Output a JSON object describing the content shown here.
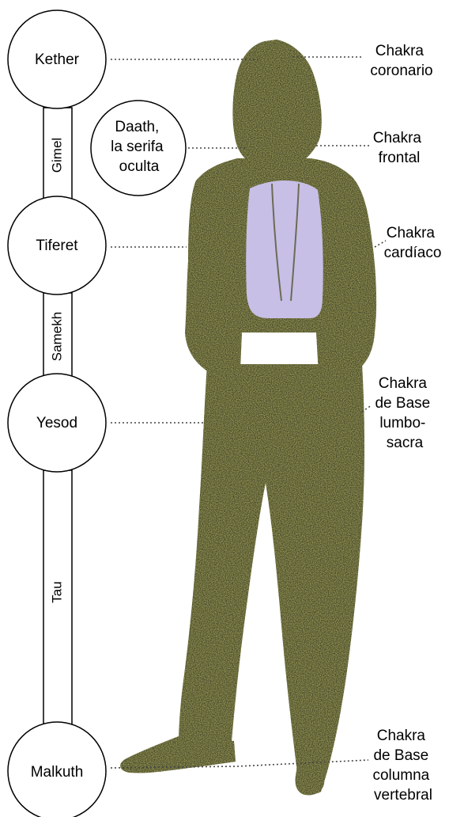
{
  "sephiroth": {
    "kether": "Kether",
    "daath": [
      "Daath,",
      "la serifa",
      "oculta"
    ],
    "tiferet": "Tiferet",
    "yesod": "Yesod",
    "malkuth": "Malkuth"
  },
  "paths": {
    "gimel": "Gimel",
    "samekh": "Samekh",
    "tau": "Tau"
  },
  "chakras": {
    "coronario": [
      "Chakra",
      "coronario"
    ],
    "frontal": [
      "Chakra",
      "frontal"
    ],
    "cardiaco": [
      "Chakra",
      "cardíaco"
    ],
    "base_lumbosacra": [
      "Chakra",
      "de Base",
      "lumbo-",
      "sacra"
    ],
    "base_columna": [
      "Chakra",
      "de Base",
      "columna",
      "vertebral"
    ]
  },
  "colors": {
    "figure_main": "#4a4b2e",
    "figure_speckle": "#6b6b22",
    "shirt": "#c7bfe6",
    "line": "#000000",
    "leader": "#555555"
  }
}
